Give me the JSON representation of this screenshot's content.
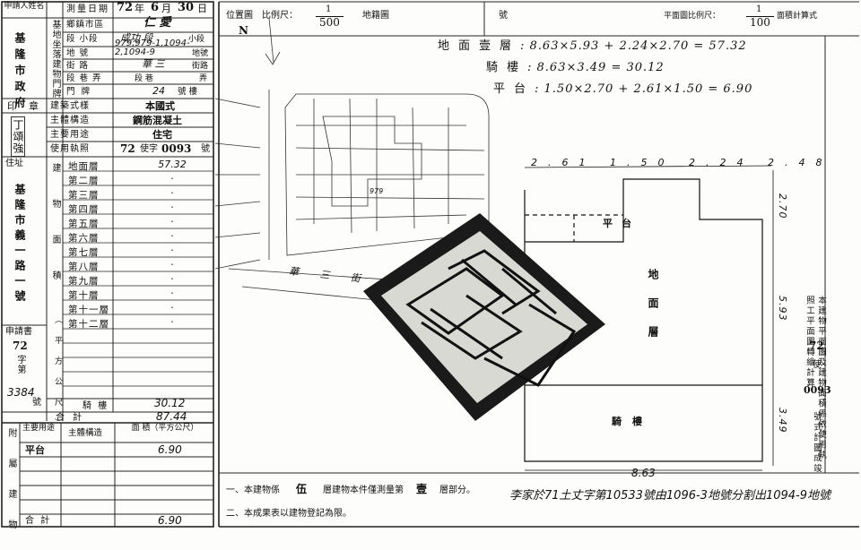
{
  "applicant": {
    "header": "申請人姓名",
    "org_vertical": "基隆市政府",
    "seal_label": "印",
    "seal_char": "章",
    "stamp_text": "丁頌強",
    "address_label": "住址",
    "address_vertical": "基隆市義一路一號",
    "appno_label": "申請書",
    "appno_num1": "72",
    "appno_zi": "字第",
    "appno_num2": "3384",
    "appno_hao": "號"
  },
  "survey": {
    "date_label": "測量日期",
    "date_y": "72",
    "date_m": "6",
    "date_d": "30",
    "date_units": [
      "年",
      "月",
      "日"
    ],
    "site_label": "基地坐落",
    "building_label": "建物門牌",
    "rows": [
      {
        "label": "鄉鎮市區",
        "value": "仁 愛",
        "suffix": ""
      },
      {
        "label": "段 小段",
        "value": "成功 段",
        "suffix": "小段"
      },
      {
        "label": "地 號",
        "value": "979,979-1,1094-2,1094-9",
        "suffix": "地號"
      },
      {
        "label": "街 路",
        "value": "華 三",
        "suffix": "街路"
      },
      {
        "label": "段 巷 弄",
        "value": "段 巷",
        "suffix": "弄"
      },
      {
        "label": "門 牌",
        "value": "24",
        "suffix": "號 樓"
      }
    ],
    "style_label": "建築式樣",
    "style_value": "本國式",
    "structure_label": "主體構造",
    "structure_value": "鋼筋混凝土",
    "usage_label": "主要用途",
    "usage_value": "住宅",
    "permit_label": "使用執照",
    "permit_prefix": "72",
    "permit_mid": "使字",
    "permit_no": "0093",
    "permit_suffix": "號"
  },
  "area": {
    "group_label": "建物面積",
    "unit_label": "（平方公尺）",
    "floors": [
      {
        "label": "地面層",
        "value": "57.32"
      },
      {
        "label": "第二層",
        "value": "·"
      },
      {
        "label": "第三層",
        "value": "·"
      },
      {
        "label": "第四層",
        "value": "·"
      },
      {
        "label": "第五層",
        "value": "·"
      },
      {
        "label": "第六層",
        "value": "·"
      },
      {
        "label": "第七層",
        "value": "·"
      },
      {
        "label": "第八層",
        "value": "·"
      },
      {
        "label": "第九層",
        "value": "·"
      },
      {
        "label": "第十層",
        "value": "·"
      },
      {
        "label": "第十一層",
        "value": "·"
      },
      {
        "label": "第十二層",
        "value": "·"
      }
    ],
    "arcade_label": "騎 樓",
    "arcade_value": "30.12",
    "total_label": "合 計",
    "total_value": "87.44"
  },
  "annex": {
    "side_label": "附屬建物",
    "col_use": "主要用途",
    "col_structure": "主體構造",
    "col_area": "面 積（平方公尺）",
    "platform_label": "平台",
    "platform_value": "6.90",
    "total_label": "合 計",
    "total_value": "6.90"
  },
  "plan": {
    "location_label": "位置圖",
    "scale_label": "比例尺：",
    "scale_num": "1",
    "scale_den": "500",
    "map_label": "地籍圖",
    "hao_label": "號",
    "plan_scale_label": "平面圖比例尺：",
    "plan_scale_den": "100",
    "plan_scale_tail": "面積計算式",
    "north": "N",
    "street_label": "華 三 街",
    "lot_number": "979",
    "ground_label": "地面層",
    "arcade_label": "騎樓",
    "platform_label": "平台",
    "top_dims": "2.61   1.50   2.24   2.48",
    "bottom_dim": "8.63",
    "right_dim1": "2.70",
    "right_dim2": "5.93",
    "right_dim3": "3.49",
    "right_note": "本建物平面圖及建物面積係依使用執照工平面圖轉繪計算",
    "right_permit_num": "72",
    "right_permit_zi": "使",
    "right_permit_no": "0093",
    "right_permit_tail": "號式計圖成竣"
  },
  "formulas": [
    {
      "label": "地面壹層",
      "expr": ": 8.63×5.93 + 2.24×2.70 = 57.32"
    },
    {
      "label": "騎樓",
      "expr": ": 8.63×3.49 = 30.12"
    },
    {
      "label": "平台",
      "expr": ": 1.50×2.70 + 2.61×1.50 = 6.90"
    }
  ],
  "notes": {
    "note1_a": "一、本建物係",
    "note1_b": "伍",
    "note1_c": "層建物本件僅測量第",
    "note1_d": "壹",
    "note1_e": "層部分。",
    "note2": "二、本成果表以建物登記為限。",
    "handwritten": "李家於71土丈字第10533號由1096-3地號分割出1094-9地號"
  }
}
